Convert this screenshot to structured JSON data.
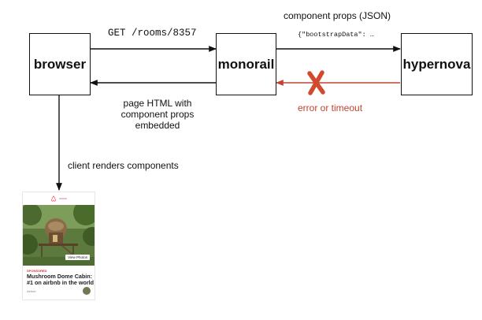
{
  "nodes": {
    "browser": "browser",
    "monorail": "monorail",
    "hypernova": "hypernova"
  },
  "edges": {
    "request": "GET /rooms/8357",
    "props_title": "component props (JSON)",
    "props_payload": "{\"bootstrapData\": …",
    "response_line1": "page HTML with",
    "response_line2": "component props",
    "response_line3": "embedded",
    "error": "error or timeout",
    "client": "client renders components"
  },
  "card": {
    "kicker": "SPONSORED",
    "title": "Mushroom Dome Cabin: #1 on airbnb in the world",
    "author": "Airbnb",
    "button": "View Photos"
  },
  "colors": {
    "error": "#c2432f",
    "line": "#111111",
    "airbnb": "#ff5a5f"
  }
}
